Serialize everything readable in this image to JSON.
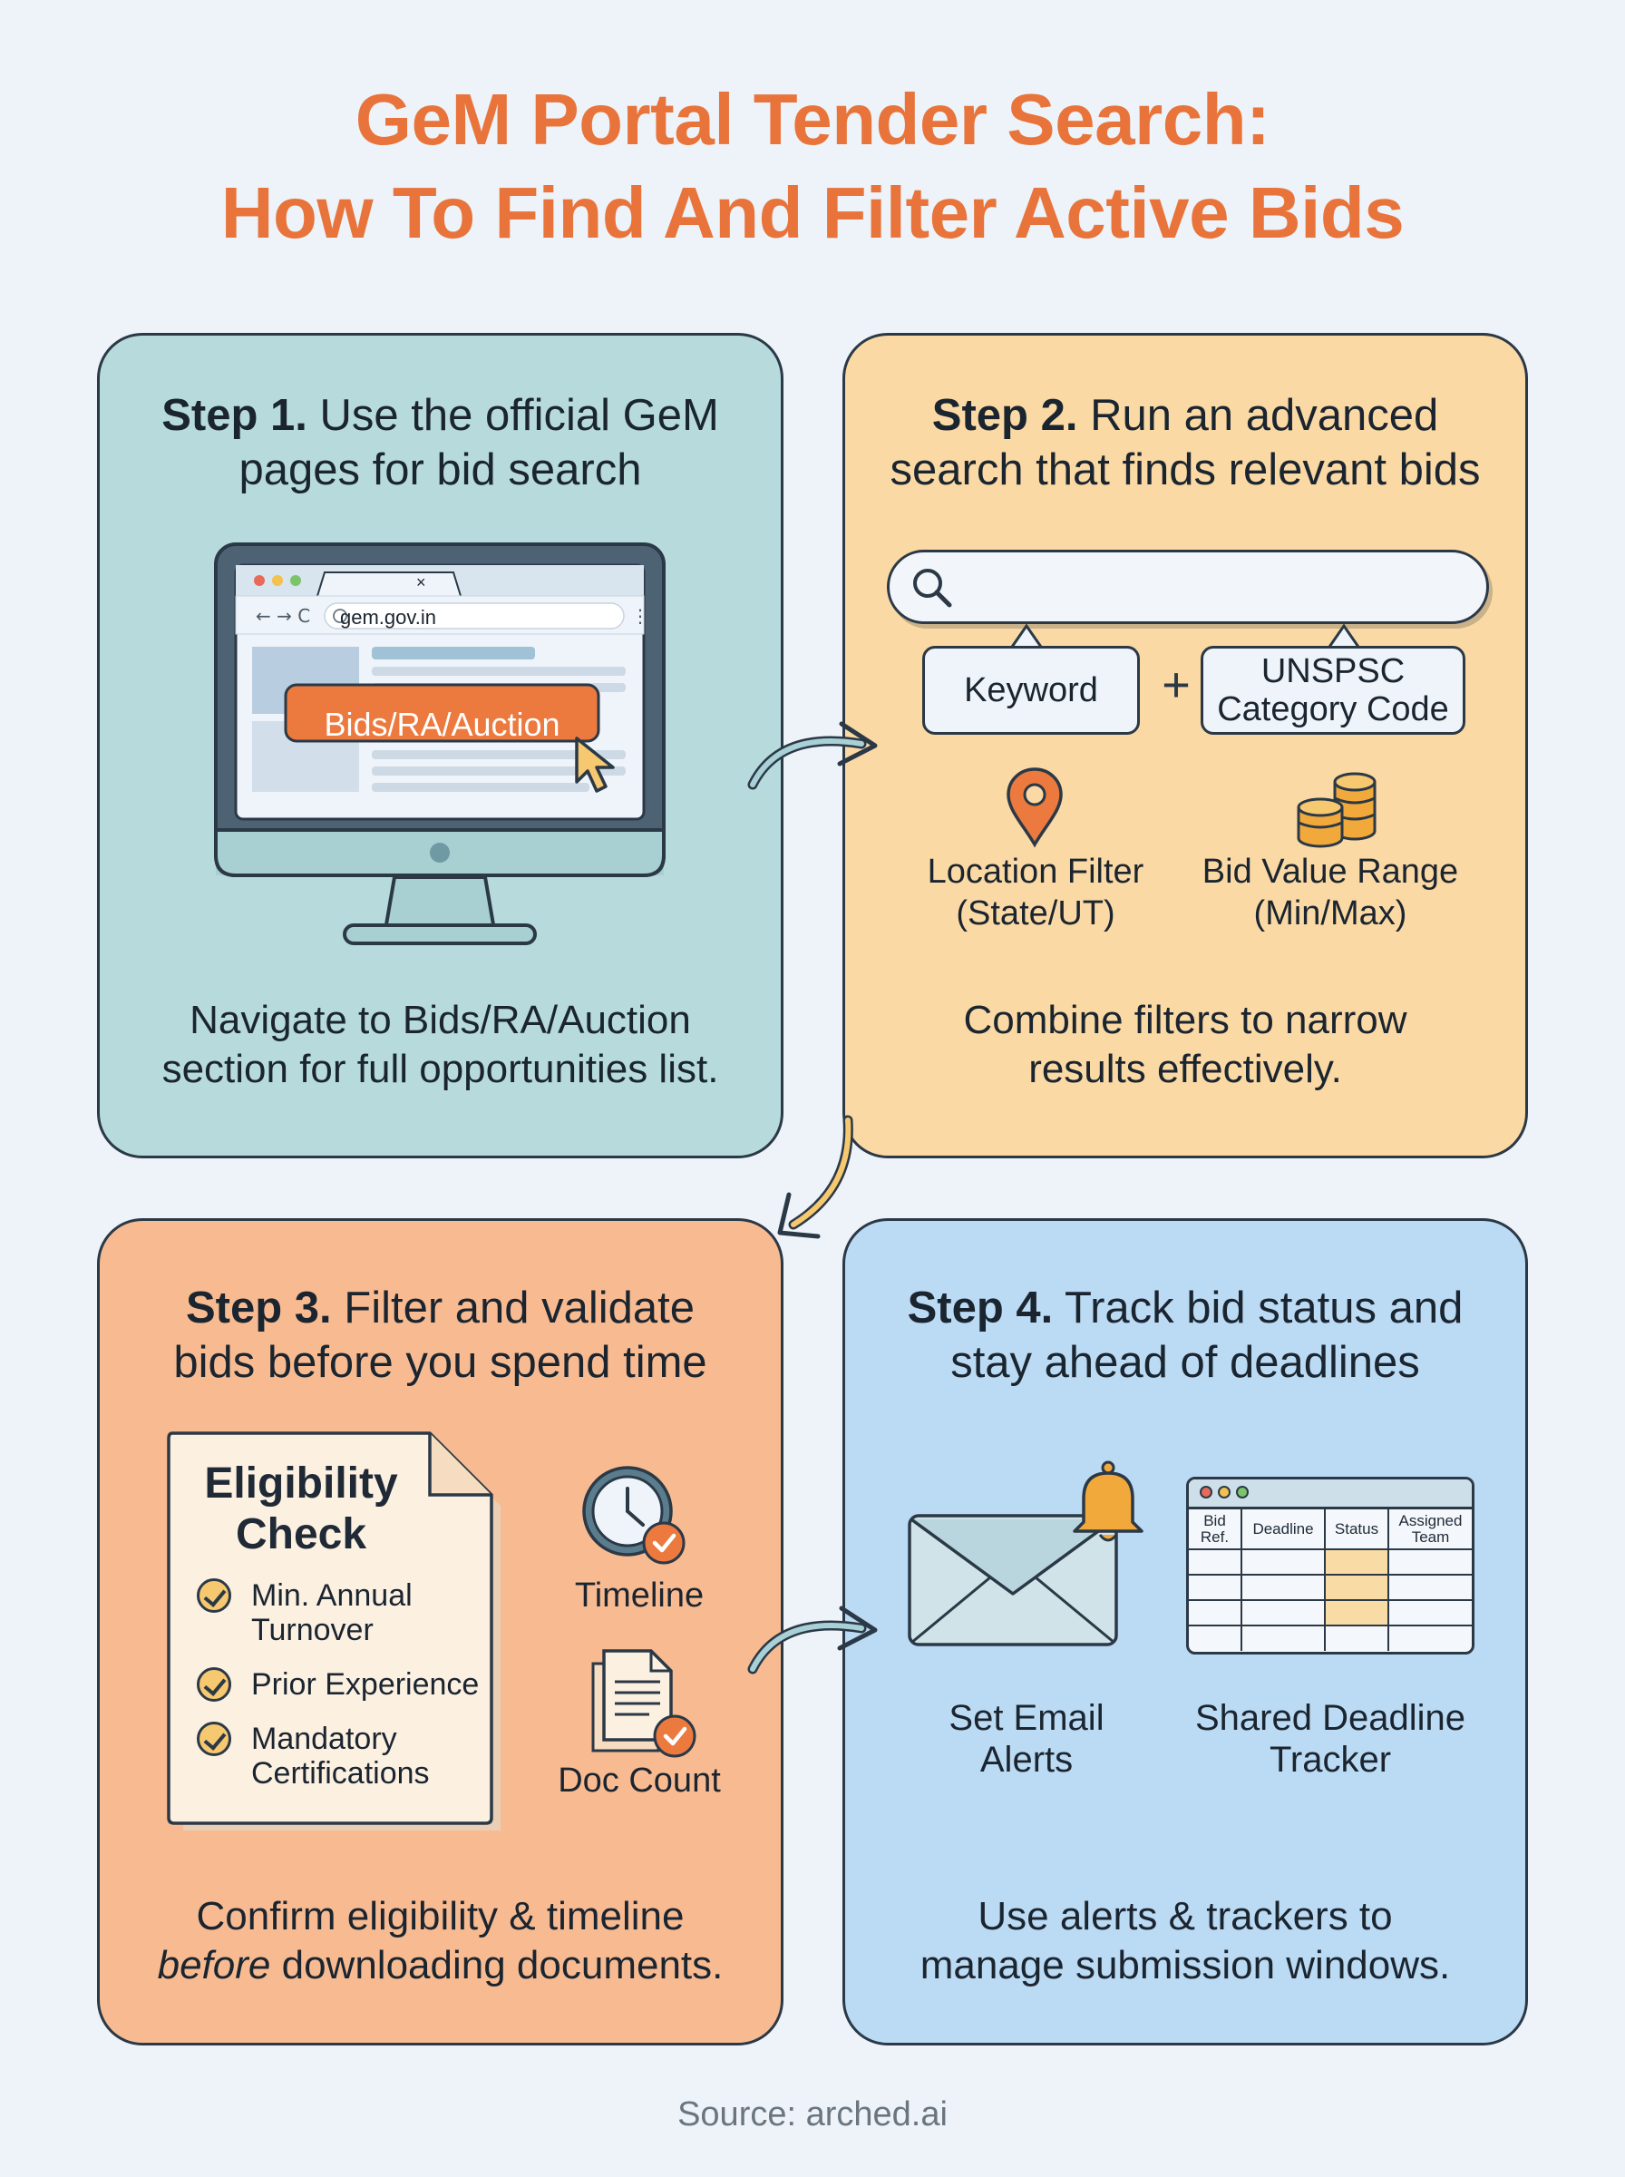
{
  "title": {
    "line1": "GeM Portal Tender Search:",
    "line2": "How To Find And Filter Active Bids"
  },
  "step1": {
    "number": "Step 1.",
    "heading_line1": "Use the official GeM",
    "heading_line2": "pages for bid search",
    "browser_url": "gem.gov.in",
    "browser_close": "×",
    "button_label": "Bids/RA/Auction",
    "desc_line1": "Navigate to Bids/RA/Auction",
    "desc_line2": "section for full opportunities list."
  },
  "step2": {
    "number": "Step 2.",
    "heading_line1": "Run an advanced",
    "heading_line2": "search that finds relevant bids",
    "search_value": "",
    "chip_keyword": "Keyword",
    "plus": "+",
    "chip_unspsc_line1": "UNSPSC",
    "chip_unspsc_line2": "Category Code",
    "location_line1": "Location Filter",
    "location_line2": "(State/UT)",
    "bidvalue_line1": "Bid Value Range",
    "bidvalue_line2": "(Min/Max)",
    "desc_line1": "Combine filters to narrow",
    "desc_line2": "results effectively."
  },
  "step3": {
    "number": "Step 3.",
    "heading_line1": "Filter and validate",
    "heading_line2": "bids before you spend time",
    "eligibility_title_line1": "Eligibility",
    "eligibility_title_line2": "Check",
    "items": [
      {
        "line1": "Min. Annual",
        "line2": "Turnover"
      },
      {
        "line1": "Prior Experience",
        "line2": ""
      },
      {
        "line1": "Mandatory",
        "line2": "Certifications"
      }
    ],
    "timeline_label": "Timeline",
    "doccount_label": "Doc Count",
    "desc_line1": "Confirm eligibility & timeline",
    "desc_italic": "before",
    "desc_line2_rest": " downloading documents."
  },
  "step4": {
    "number": "Step 4.",
    "heading_line1": "Track bid status and",
    "heading_line2": "stay ahead of deadlines",
    "email_line1": "Set Email",
    "email_line2": "Alerts",
    "tracker_line1": "Shared Deadline",
    "tracker_line2": "Tracker",
    "table_headers": [
      "Bid Ref.",
      "Deadline",
      "Status",
      "Assigned Team"
    ],
    "desc_line1": "Use alerts & trackers to",
    "desc_line2": "manage submission windows."
  },
  "source": "Source: arched.ai",
  "colors": {
    "title": "#e8743b",
    "step1_bg": "#b7dbdc",
    "step2_bg": "#fbd9a4",
    "step3_bg": "#f8bb91",
    "step4_bg": "#bbdaf3",
    "accent_orange": "#ec7a3f"
  },
  "icons": [
    "search-icon",
    "location-pin-icon",
    "coins-icon",
    "clock-icon",
    "document-icon",
    "envelope-icon",
    "bell-icon",
    "cursor-icon",
    "arrow-icon"
  ]
}
